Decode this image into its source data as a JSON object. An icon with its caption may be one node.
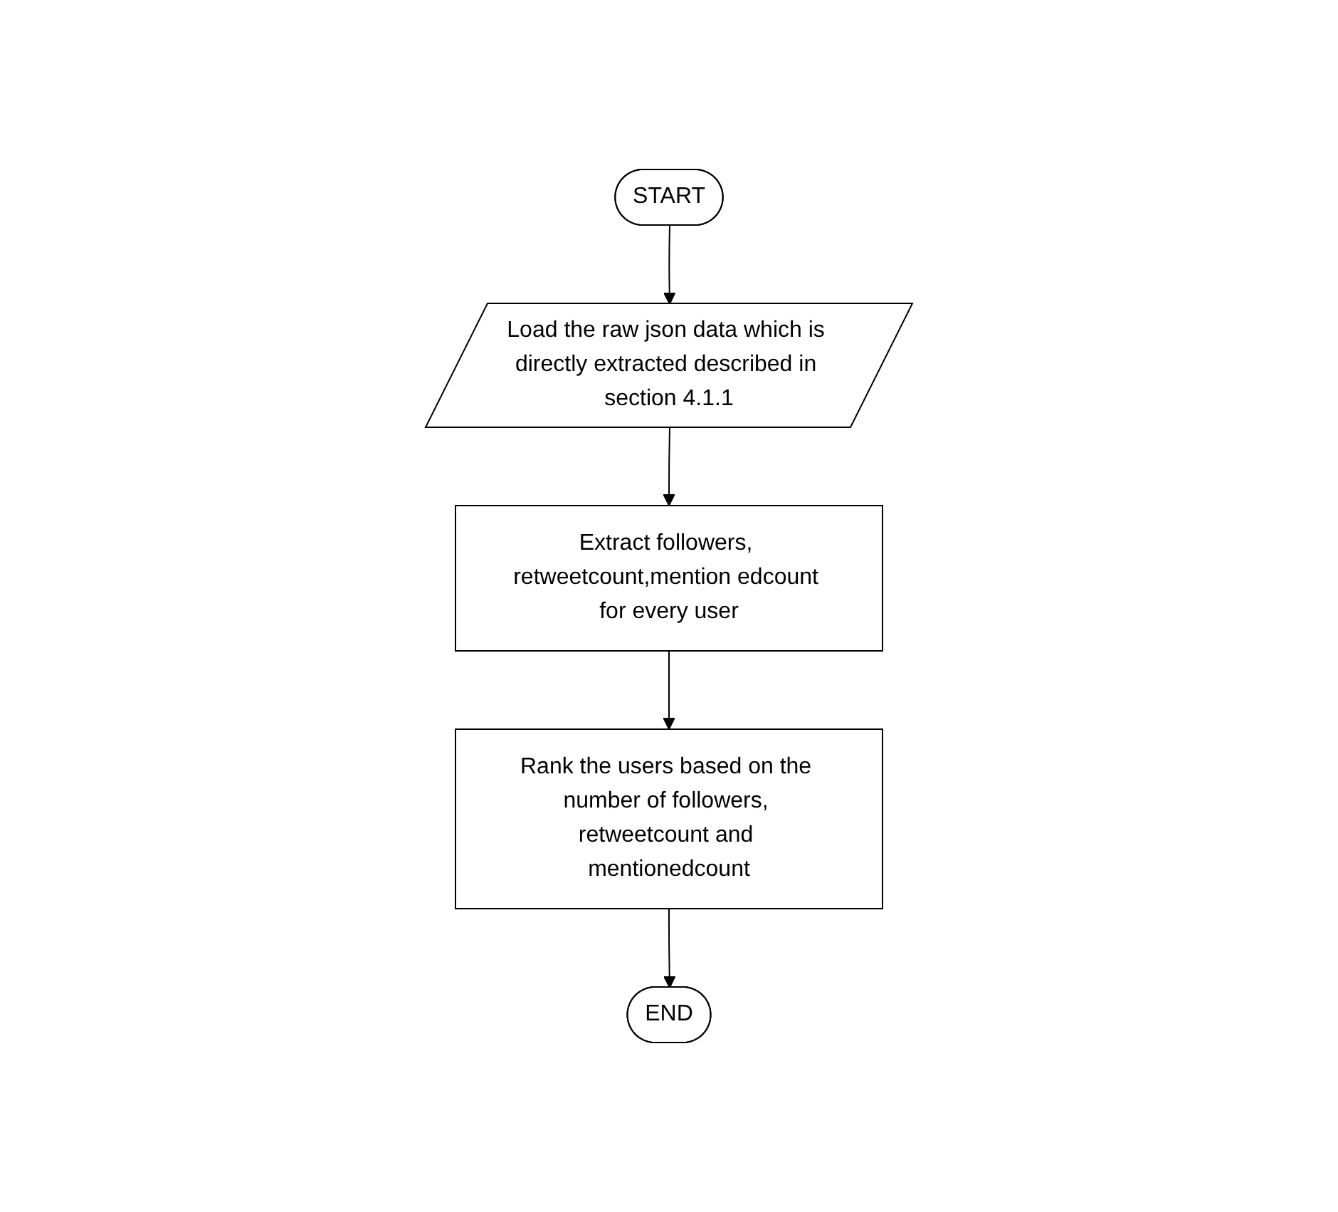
{
  "diagram": {
    "nodes": [
      {
        "text": [
          "START"
        ]
      },
      {
        "text": [
          "Load the raw json data which is directly extracted described in section 4.1.1"
        ]
      },
      {
        "text": [
          "Extract followers, retweetcount,mention edcount for every user"
        ]
      },
      {
        "text": [
          "Rank the users based on the number of followers, retweetcount and mentionedcount"
        ]
      },
      {
        "text": [
          "END"
        ]
      }
    ],
    "edges": [
      {
        "from": 0,
        "to": 1,
        "arrow": "to"
      },
      {
        "from": 1,
        "to": 2,
        "arrow": "to"
      },
      {
        "from": 2,
        "to": 3,
        "arrow": "to"
      },
      {
        "from": 3,
        "to": 4,
        "arrow": "to"
      }
    ]
  }
}
